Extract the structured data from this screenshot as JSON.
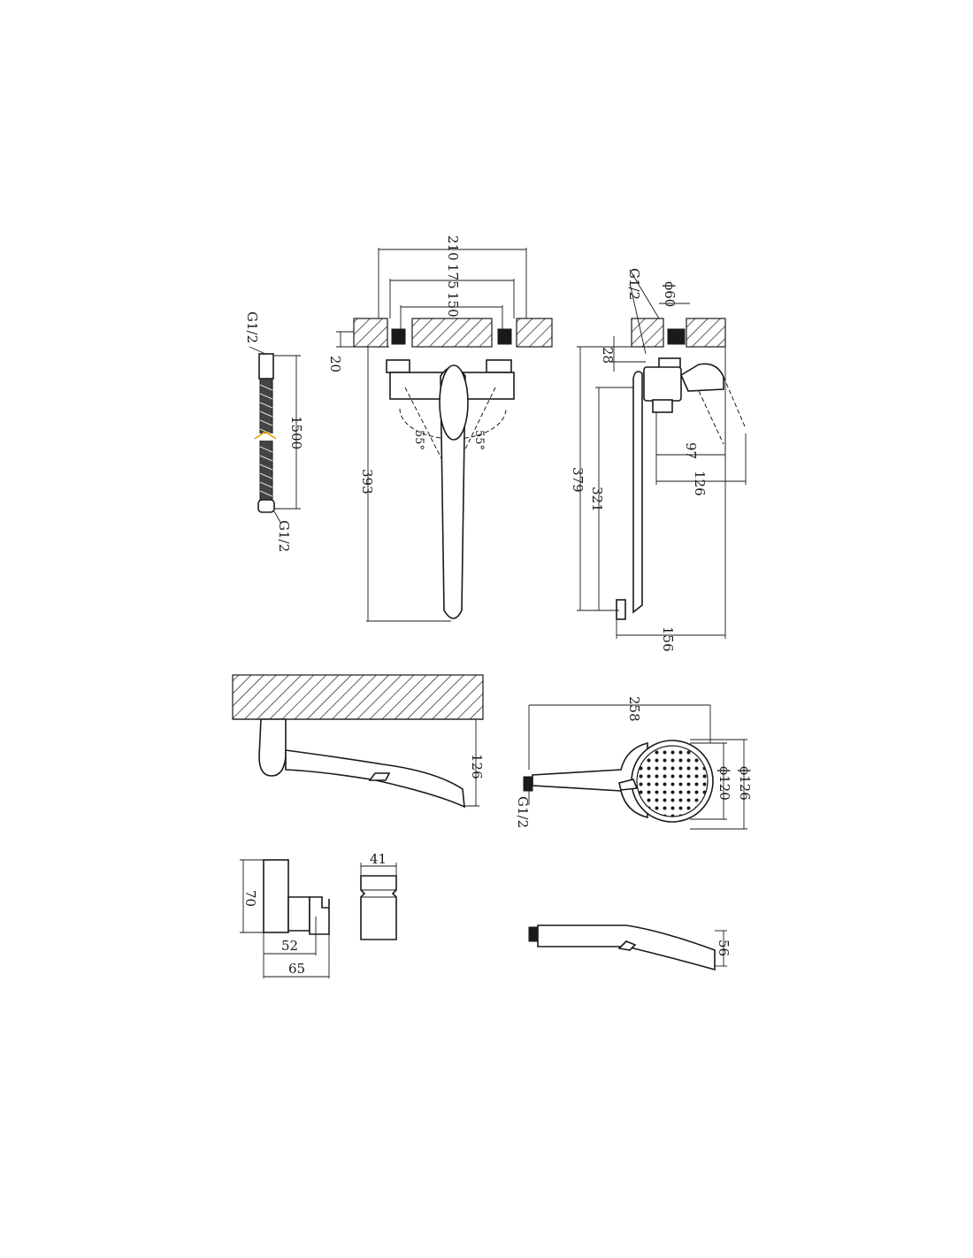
{
  "front_view": {
    "width_outer": "210",
    "width_mid": "175",
    "width_inner": "150",
    "wall_depth": "20",
    "height": "393",
    "angle_left": "55°",
    "angle_right": "55°"
  },
  "side_view": {
    "thread": "G1/2",
    "diameter": "ϕ60",
    "offset": "28",
    "handle_reach": "97",
    "body_depth": "126",
    "height_total": "379",
    "height_spout": "321",
    "depth_total": "156"
  },
  "hose": {
    "thread_top": "G1/2",
    "length": "1500",
    "thread_bottom": "G1/2"
  },
  "spout_top_view": {
    "length": "126"
  },
  "hand_shower": {
    "length": "258",
    "inner_diameter": "ϕ120",
    "outer_diameter": "ϕ126",
    "thread": "G1/2",
    "profile_height": "56"
  },
  "holder": {
    "height": "70",
    "width_inner": "52",
    "width_outer": "65",
    "front_width": "41"
  }
}
